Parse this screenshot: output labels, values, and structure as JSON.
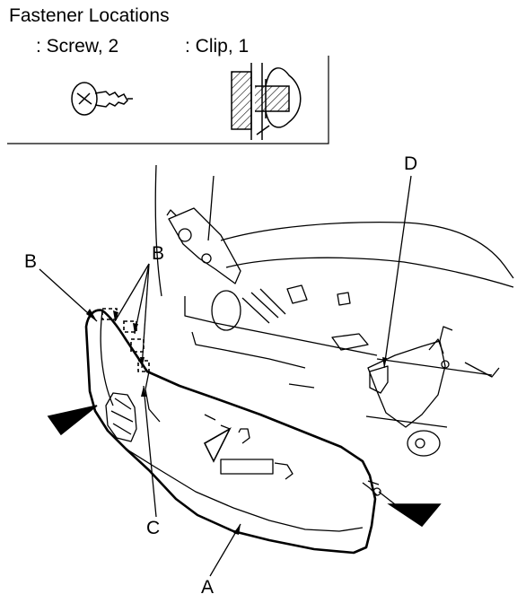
{
  "legend": {
    "title": "Fastener Locations",
    "screw": ": Screw, 2",
    "clip": ": Clip, 1"
  },
  "callouts": {
    "a": "A",
    "b_left": "B",
    "b_right": "B",
    "c": "C",
    "d": "D"
  },
  "colors": {
    "line": "#000000",
    "background": "#ffffff"
  }
}
